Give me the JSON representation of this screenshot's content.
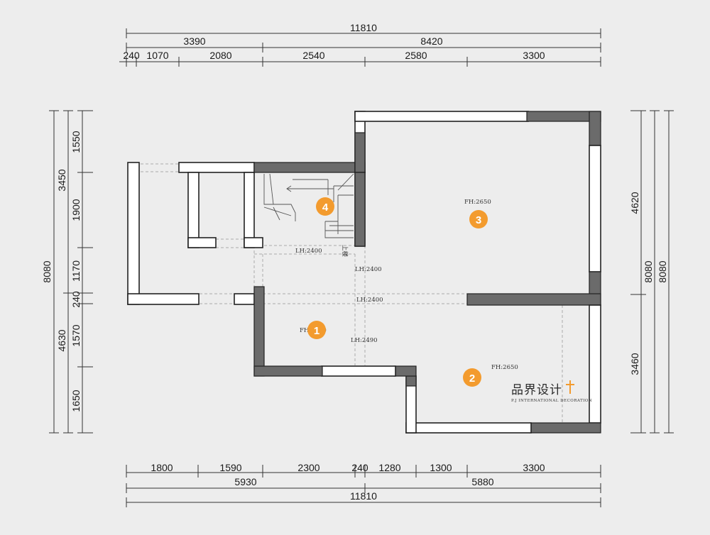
{
  "dimensions": {
    "top_total": "11810",
    "top_mid": [
      "3390",
      "8420"
    ],
    "top_detail": [
      "240",
      "1070",
      "2080",
      "2540",
      "2580",
      "3300"
    ],
    "bottom_detail": [
      "1800",
      "1590",
      "2300",
      "240",
      "1280",
      "1300",
      "3300"
    ],
    "bottom_mid": [
      "5930",
      "5880"
    ],
    "bottom_total": "11810",
    "left_total": "8080",
    "left_mid": [
      "3450",
      "4630"
    ],
    "left_detail": [
      "1550",
      "1900",
      "1170",
      "240",
      "1570",
      "1650"
    ],
    "right_mid": [
      "4620",
      "3460"
    ],
    "right_total_1": "8080",
    "right_total_2": "8080"
  },
  "labels": {
    "lh_stair": "LH:2400",
    "lh_vert": "LH:2400",
    "lh_corr": "LH:2400",
    "lh_room1": "LH:2490",
    "fh_room3": "FH:2650",
    "fh_room2": "FH:2650",
    "fh_room1": "FH:2650",
    "stair_up": "上楼"
  },
  "markers": [
    "1",
    "2",
    "3",
    "4"
  ],
  "logo": {
    "name": "品界设计",
    "subtitle": "P.J INTERNATIONAL DECORATION"
  },
  "colors": {
    "background": "#ededed",
    "wall": "#ffffff",
    "dark_wall": "#6b6b6b",
    "marker": "#f39b2e"
  }
}
